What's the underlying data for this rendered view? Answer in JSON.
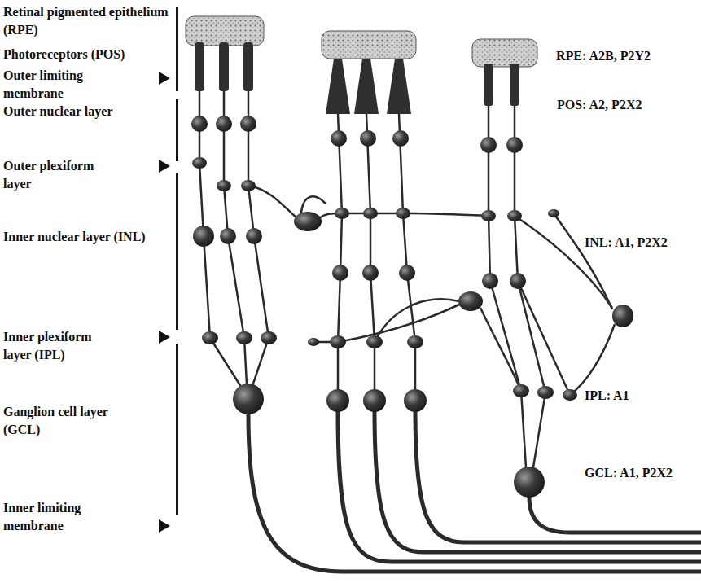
{
  "diagram": {
    "labels": [
      "Retinal pigmented epithelium (RPE)",
      "Photoreceptors (POS)",
      "Outer limiting membrane",
      "Outer nuclear layer",
      "Outer plexiform layer",
      "Inner nuclear layer (INL)",
      "Inner plexiform layer (IPL)",
      "Ganglion cell layer (GCL)",
      "Inner limiting membrane",
      "RPE: A2B, P2Y2",
      "POS: A2, P2X2",
      "INL: A1, P2X2",
      "IPL: A1",
      "GCL: A1, P2X2"
    ]
  }
}
